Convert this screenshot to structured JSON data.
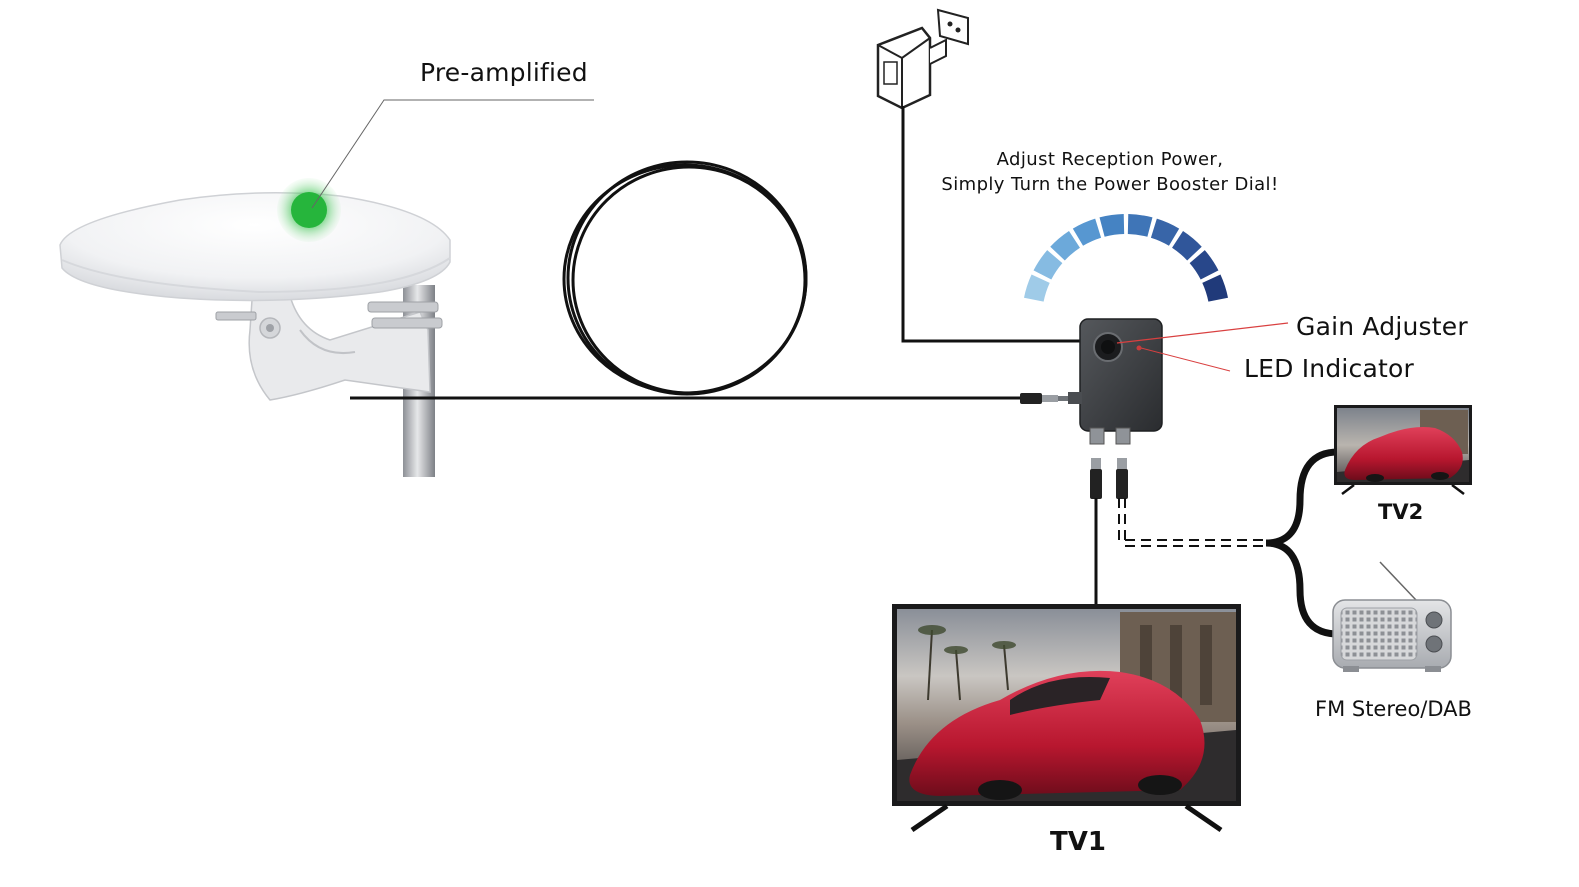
{
  "labels": {
    "pre_amplified": "Pre-amplified",
    "instruction_line1": "Adjust Reception Power,",
    "instruction_line2": "Simply Turn the Power Booster Dial!",
    "gain_adjuster": "Gain Adjuster",
    "led_indicator": "LED Indicator",
    "tv2": "TV2",
    "fm_stereo_dab": "FM Stereo/DAB",
    "tv1": "TV1"
  },
  "dial_colors": [
    "#9fcbe8",
    "#86bbe2",
    "#6ca9da",
    "#5797d1",
    "#4583c3",
    "#3f75b7",
    "#3865a8",
    "#30569a",
    "#28478a",
    "#203a7a"
  ],
  "colors": {
    "cable": "#111111",
    "led_glow": "#33c44a",
    "leader_red": "#d94040",
    "leader_gray": "#777777"
  },
  "icons": [
    "power-adapter-icon",
    "antenna-icon",
    "amplifier-icon",
    "tv-icon",
    "radio-icon"
  ]
}
